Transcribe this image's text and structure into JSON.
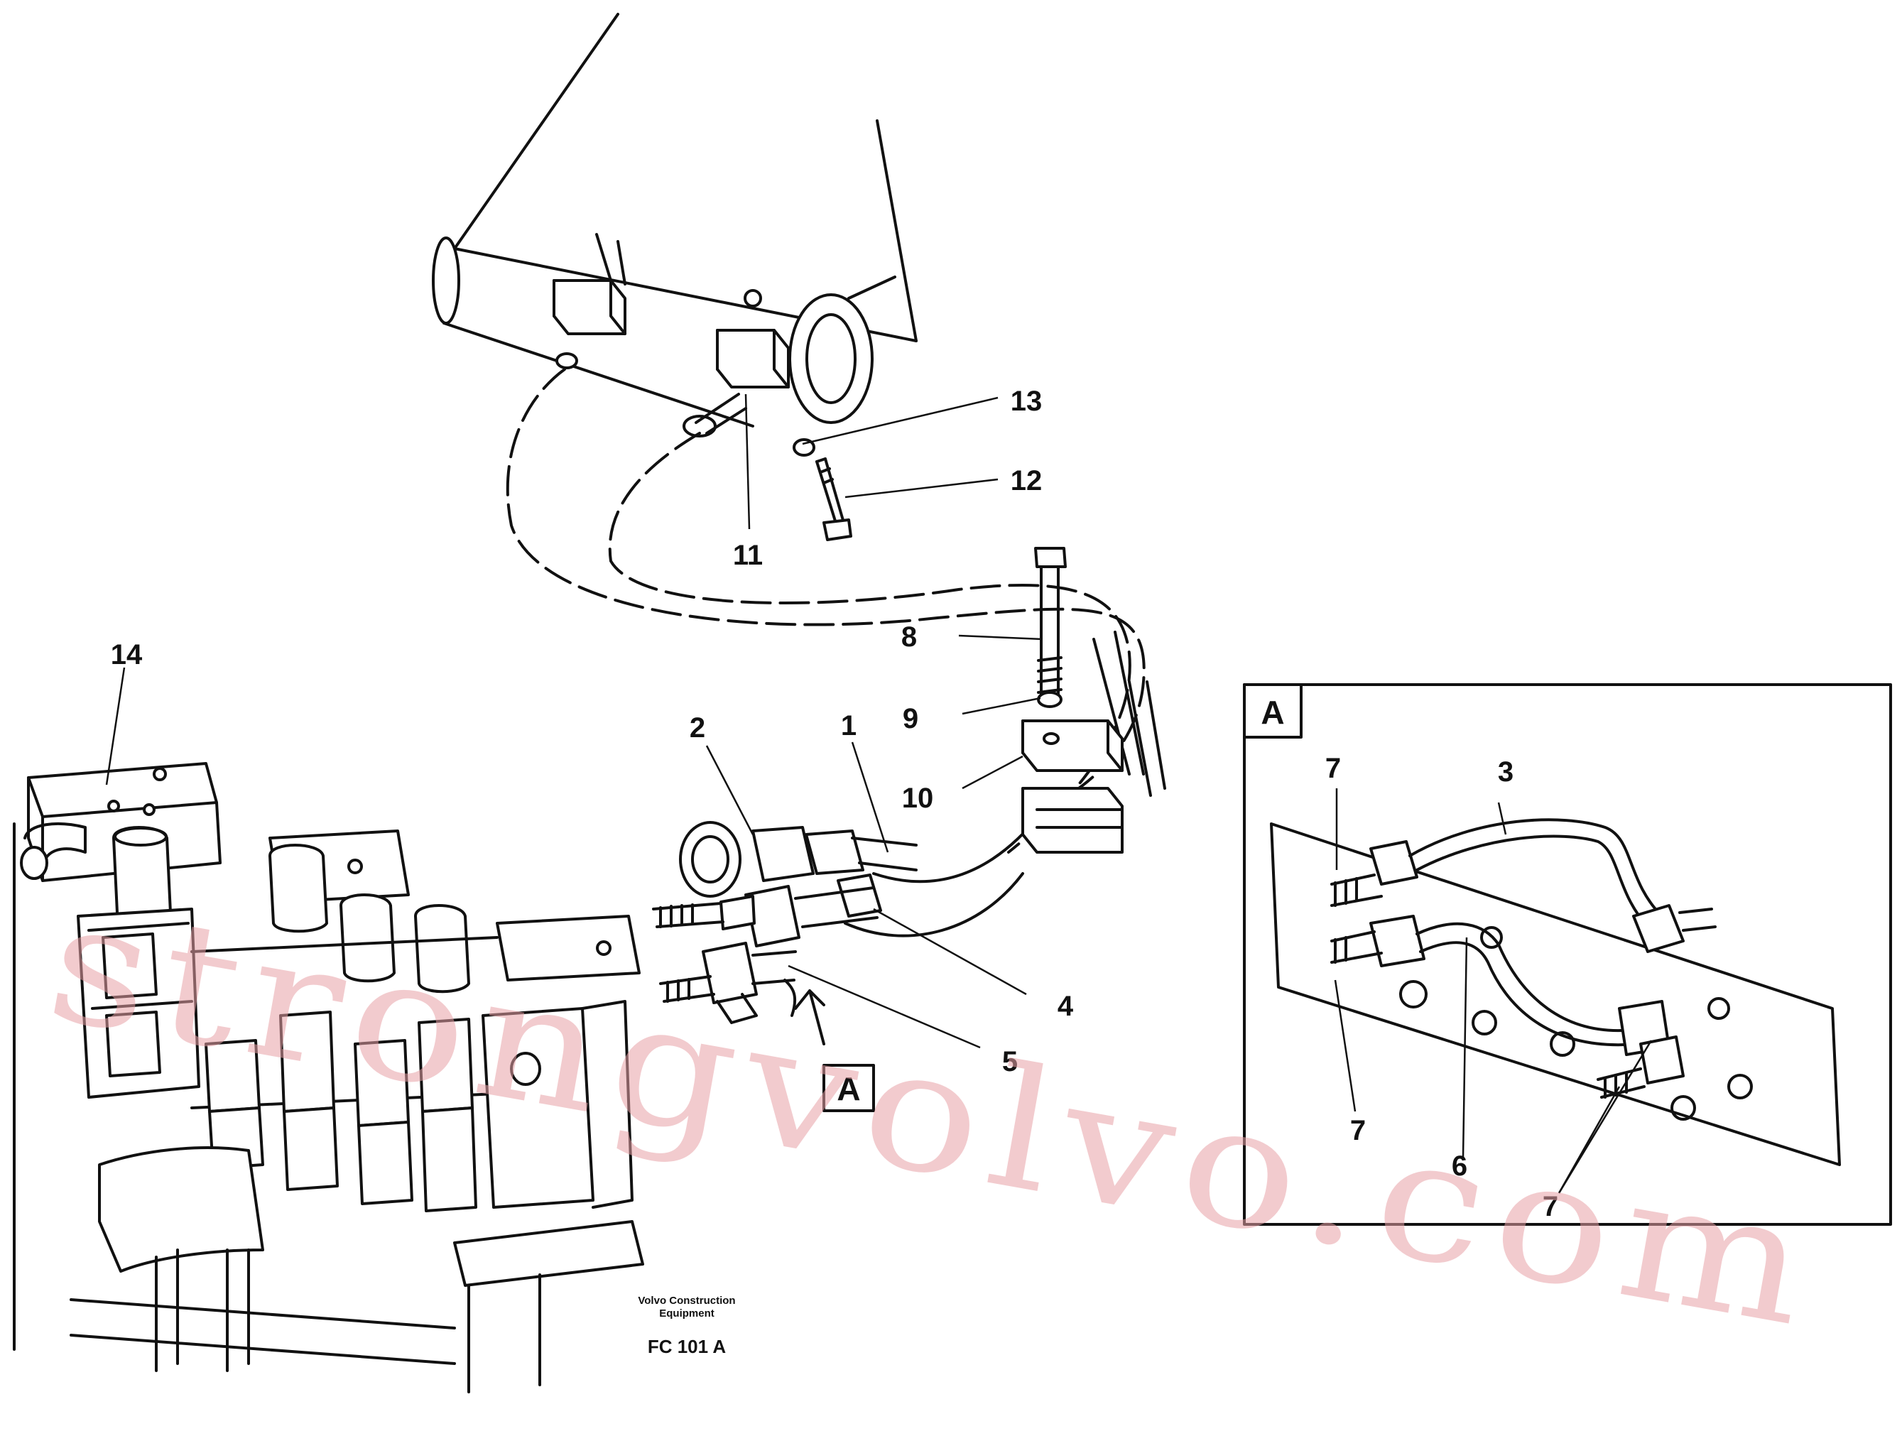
{
  "callouts": {
    "c1": "1",
    "c2": "2",
    "c3": "3",
    "c4": "4",
    "c5": "5",
    "c6": "6",
    "c7a": "7",
    "c7b": "7",
    "c7c": "7",
    "c8": "8",
    "c9": "9",
    "c10": "10",
    "c11": "11",
    "c12": "12",
    "c13": "13",
    "c14": "14"
  },
  "view_marker": {
    "label": "A"
  },
  "detail_view": {
    "label": "A"
  },
  "footer": {
    "brand_line1": "Volvo Construction",
    "brand_line2": "Equipment",
    "figure_code": "FC 101 A"
  },
  "watermark": {
    "text": "strongvolvo.com",
    "color": "#e7a0a5"
  }
}
